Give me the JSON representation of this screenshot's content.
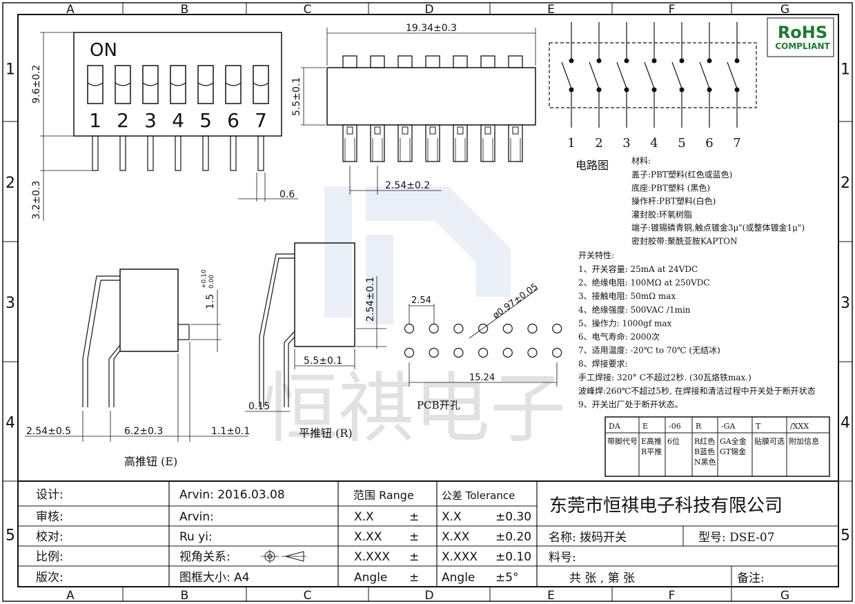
{
  "border": {
    "columns": [
      "A",
      "B",
      "C",
      "D",
      "E",
      "F",
      "G"
    ],
    "rows": [
      "1",
      "2",
      "3",
      "4",
      "5"
    ]
  },
  "rohs": {
    "line1": "RoHS",
    "line2": "COMPLIANT",
    "color": "#1f7a2e"
  },
  "switch_top": {
    "on_label": "ON",
    "numbers": [
      "1",
      "2",
      "3",
      "4",
      "5",
      "6",
      "7"
    ],
    "dim_height": "9.6±0.2",
    "dim_pin": "3.2±0.3",
    "dim_pin_width": "0.6"
  },
  "side_view": {
    "dim_length": "19.34±0.3",
    "dim_height": "5.5±0.1",
    "dim_pitch": "2.54±0.2"
  },
  "circuit": {
    "numbers": [
      "1",
      "2",
      "3",
      "4",
      "5",
      "6",
      "7"
    ],
    "caption": "电路图"
  },
  "materials": {
    "title": "材料:",
    "lines": [
      "盖子:PBT塑料(红色或蓝色)",
      "底座:PBT塑料 (黑色)",
      "操作杆:PBT塑料(白色)",
      "灌封胶:环氧树脂",
      "端子:镀锡磷青铜,触点镀金3μ\"(或整体镀金1μ\")",
      "密封胶带:聚酰亚胺KAPTON"
    ]
  },
  "features": {
    "title": "开关特性:",
    "lines": [
      "1、开关容量: 25mA at 24VDC",
      "2、绝缘电阻: 100MΩ  at 250VDC",
      "3、接触电阻: 50mΩ  max",
      "4、绝缘强度: 500VAC /1min",
      "5、操作力: 1000gf max",
      "6、电气寿命: 2000次",
      "7、适用温度: -20℃  to 70℃ (无结冰)",
      "8、焊接要求:",
      "    手工焊接: 320° C不超过2秒. (30瓦烙铁max.)",
      "    波峰焊:260℃不超过5秒, 在焊接和清洁过程中开关处于断开状态",
      "9、开关出厂处于断开状态。"
    ]
  },
  "high_button": {
    "dim_lever": "1.5",
    "tol_plus": "+0.10",
    "tol_minus": "0.00",
    "dim_left": "2.54±0.5",
    "dim_body": "6.2±0.3",
    "dim_right": "1.1±0.1",
    "caption": "高推钮 (E)"
  },
  "flat_button": {
    "dim_height": "2.54±0.1",
    "dim_body": "5.5±0.1",
    "dim_pin": "0.15",
    "caption": "平推钮 (R)"
  },
  "pcb": {
    "dim_pitch": "2.54",
    "dim_hole": "ø0.97±0.05",
    "dim_span": "15.24",
    "caption": "PCB开孔"
  },
  "order_code": {
    "codes": [
      "DA",
      "E",
      "-06",
      "R",
      "-GA",
      "T",
      "/XXX"
    ],
    "descs": [
      [
        "带脚代号"
      ],
      [
        "E高推",
        "R平推"
      ],
      [
        "6位"
      ],
      [
        "R红色",
        "B蓝色",
        "N黑色"
      ],
      [
        "GA全金",
        "GT锡金"
      ],
      [
        "贴膜可选"
      ],
      [
        "附加信息"
      ]
    ]
  },
  "watermark": "恒祺电子",
  "title_block": {
    "labels": [
      "设计:",
      "审核:",
      "校对:",
      "比例:",
      "版次:"
    ],
    "values": [
      "Arvin:  2016.03.08",
      "Arvin:",
      "Ru  yi:",
      "视角关系:",
      "图框大小:  A4"
    ],
    "range_header": "范围 Range",
    "range_rows": [
      [
        "X.X",
        "±"
      ],
      [
        "X.XX",
        "±"
      ],
      [
        "X.XXX",
        "±"
      ],
      [
        "Angle",
        "±"
      ]
    ],
    "tol_header": "公差 Tolerance",
    "tol_rows": [
      [
        "X.X",
        "±0.30"
      ],
      [
        "X.XX",
        "±0.20"
      ],
      [
        "X.XXX",
        "±0.10"
      ],
      [
        "Angle",
        "±5°"
      ]
    ],
    "company": "东莞市恒祺电子科技有限公司",
    "name": "名称: 拨码开关",
    "model": "型号: DSE-07",
    "part_no": "料号:",
    "sheets": "共    张 , 第    张",
    "remark": "备注:"
  }
}
